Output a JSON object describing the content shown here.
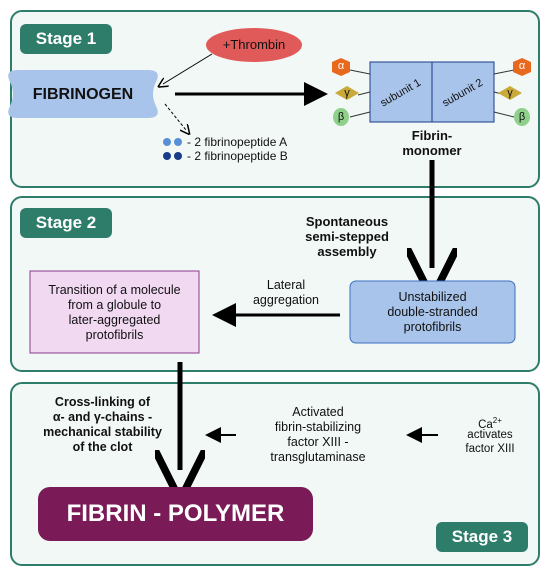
{
  "stage1": {
    "label": "Stage 1",
    "fibrinogen": "FIBRINOGEN",
    "thrombin": "+Thrombin",
    "peptide_a": "- 2 fibrinopeptide A",
    "peptide_b": "- 2 fibrinopeptide B",
    "subunit1": "subunit 1",
    "subunit2": "subunit 2",
    "alpha": "α",
    "gamma": "γ",
    "beta": "β",
    "monomer_line1": "Fibrin-",
    "monomer_line2": "monomer"
  },
  "stage2": {
    "label": "Stage 2",
    "assembly": [
      "Spontaneous",
      "semi-stepped",
      "assembly"
    ],
    "protofibrils": [
      "Unstabilized",
      "double-stranded",
      "protofibrils"
    ],
    "lateral": [
      "Lateral",
      "aggregation"
    ],
    "transition": [
      "Transition of a molecule",
      "from a globule to",
      "later-aggregated",
      "protofibrils"
    ]
  },
  "stage3": {
    "label": "Stage 3",
    "crosslink": [
      "Cross-linking of",
      "α- and γ-chains -",
      "mechanical stability",
      "of the clot"
    ],
    "factor": [
      "Activated",
      "fibrin-stabilizing",
      "factor XIII -",
      "transglutaminase"
    ],
    "ca_base": "Ca",
    "ca_sup": "2+",
    "ca_line2": "activates",
    "ca_line3": "factor XIII",
    "polymer": "FIBRIN - POLYMER"
  },
  "colors": {
    "panel_border": "#2e7d6b",
    "thrombin": "#e05a5a",
    "box_blue": "#a9c4ea",
    "box_pink": "#f1d9f2",
    "polymer": "#7a1a57",
    "alpha": "#e8681e",
    "gamma": "#c9a93a",
    "beta": "#8fd18a"
  }
}
